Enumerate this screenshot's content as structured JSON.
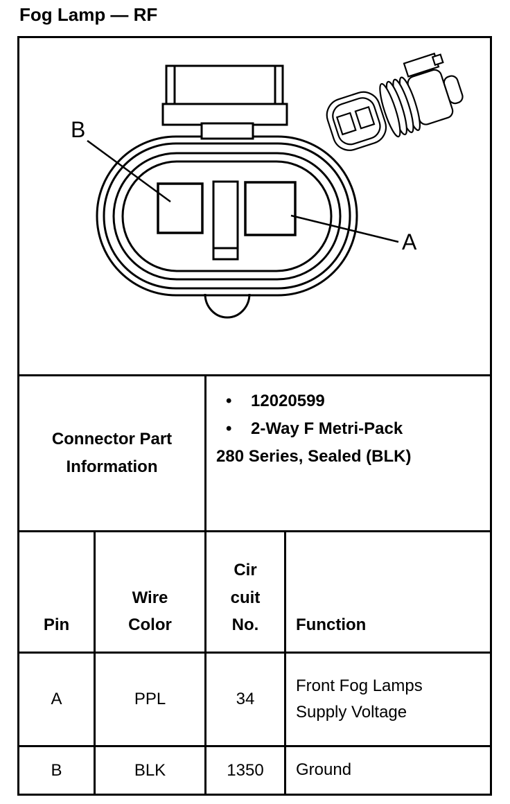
{
  "page": {
    "title": "Fog Lamp — RF"
  },
  "diagram": {
    "pin_label_left": "B",
    "pin_label_right": "A"
  },
  "connector_info": {
    "label": "Connector Part Information",
    "bullet_icon": "•",
    "bullets": [
      "12020599",
      "2-Way F Metri-Pack"
    ],
    "note": "280 Series, Sealed (BLK)"
  },
  "pin_table": {
    "headers": {
      "pin": "Pin",
      "wire_color": "Wire Color",
      "circuit_no": "Cir cuit No.",
      "function": "Function"
    },
    "rows": [
      {
        "pin": "A",
        "wire_color": "PPL",
        "circuit_no": "34",
        "function": "Front Fog Lamps Supply Voltage"
      },
      {
        "pin": "B",
        "wire_color": "BLK",
        "circuit_no": "1350",
        "function": "Ground"
      }
    ]
  },
  "colors": {
    "ink": "#000000",
    "paper": "#ffffff"
  }
}
